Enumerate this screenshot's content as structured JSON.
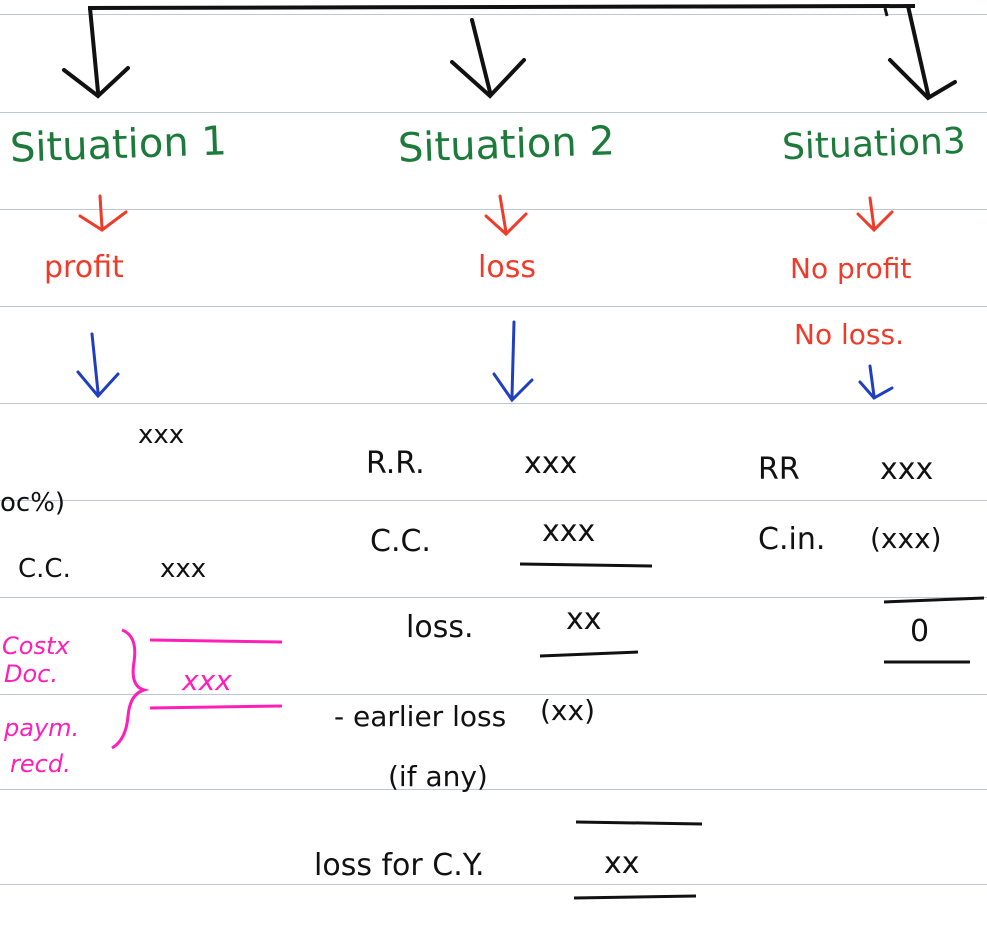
{
  "situations": [
    {
      "title": "Situation 1",
      "outcome": "profit"
    },
    {
      "title": "Situation 2",
      "outcome": "loss"
    },
    {
      "title": "Situation3",
      "outcome_line1": "No profit",
      "outcome_line2": "No loss."
    }
  ],
  "col1": {
    "row1_value": "xxx",
    "row2_label": "oc%)",
    "row3_label": "C.C.",
    "row3_value": "xxx",
    "note_lines": [
      "Costx",
      "Doc.",
      "paym.",
      "recd."
    ],
    "result_value": "xxx"
  },
  "col2": {
    "rows": [
      {
        "label": "R.R.",
        "value": "xxx"
      },
      {
        "label": "C.C.",
        "value": "xxx"
      },
      {
        "label": "loss.",
        "value": "xx"
      }
    ],
    "earlier_loss": "- earlier loss",
    "earlier_loss_value": "(xx)",
    "if_any": "(if any)",
    "final_label": "loss for C.Y.",
    "final_value": "xx"
  },
  "col3": {
    "rows": [
      {
        "label": "RR",
        "value": "xxx"
      },
      {
        "label": "C.in.",
        "value": "(xxx)"
      }
    ],
    "result_value": "0"
  },
  "colors": {
    "heading": "#1c7a3a",
    "outcome": "#ef3b2a",
    "arrow_blue": "#1f3fbf",
    "note": "#ff1fb8",
    "ruling": "#bcc8d8"
  }
}
